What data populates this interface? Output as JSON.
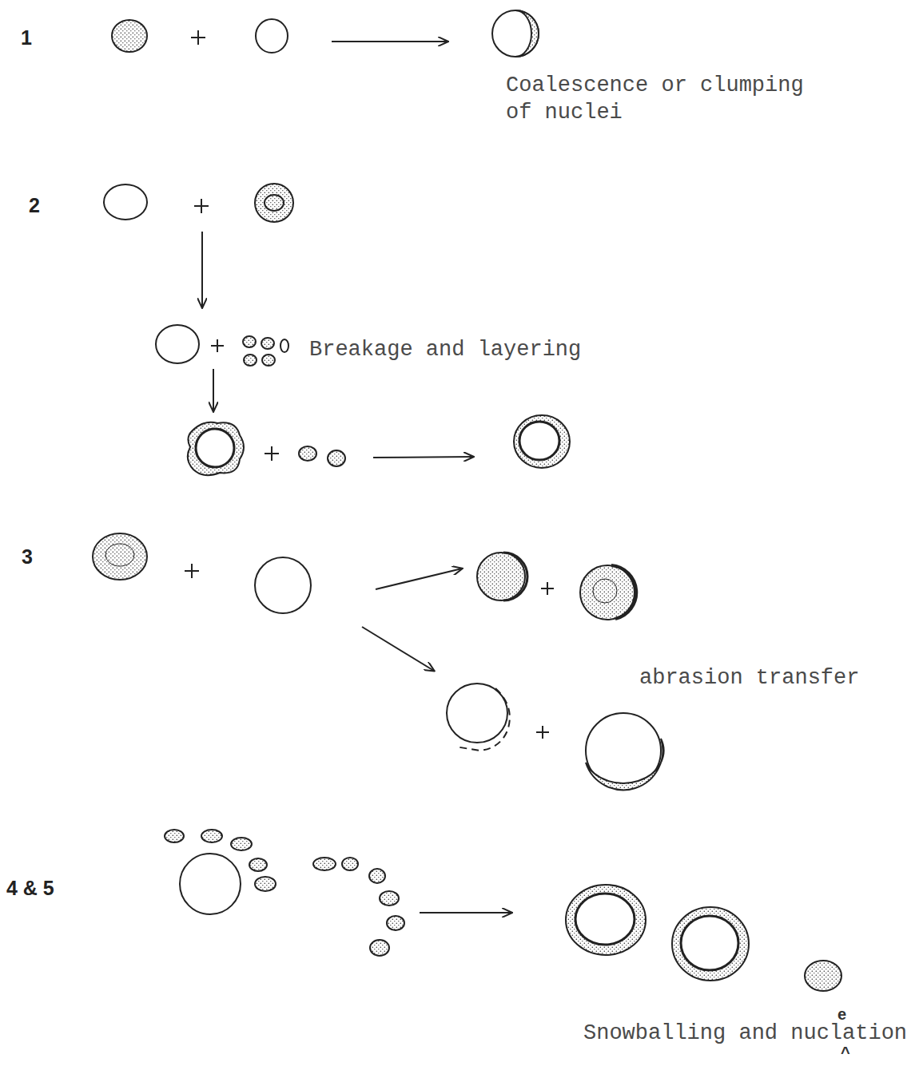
{
  "diagram": {
    "labels": [
      "1",
      "Coalescence or clumping of nuclei",
      "2",
      "Breakage and layering",
      "3",
      "abrasion transfer",
      "4 & 5",
      "Snowballing and nuclation",
      "e",
      "^"
    ]
  }
}
